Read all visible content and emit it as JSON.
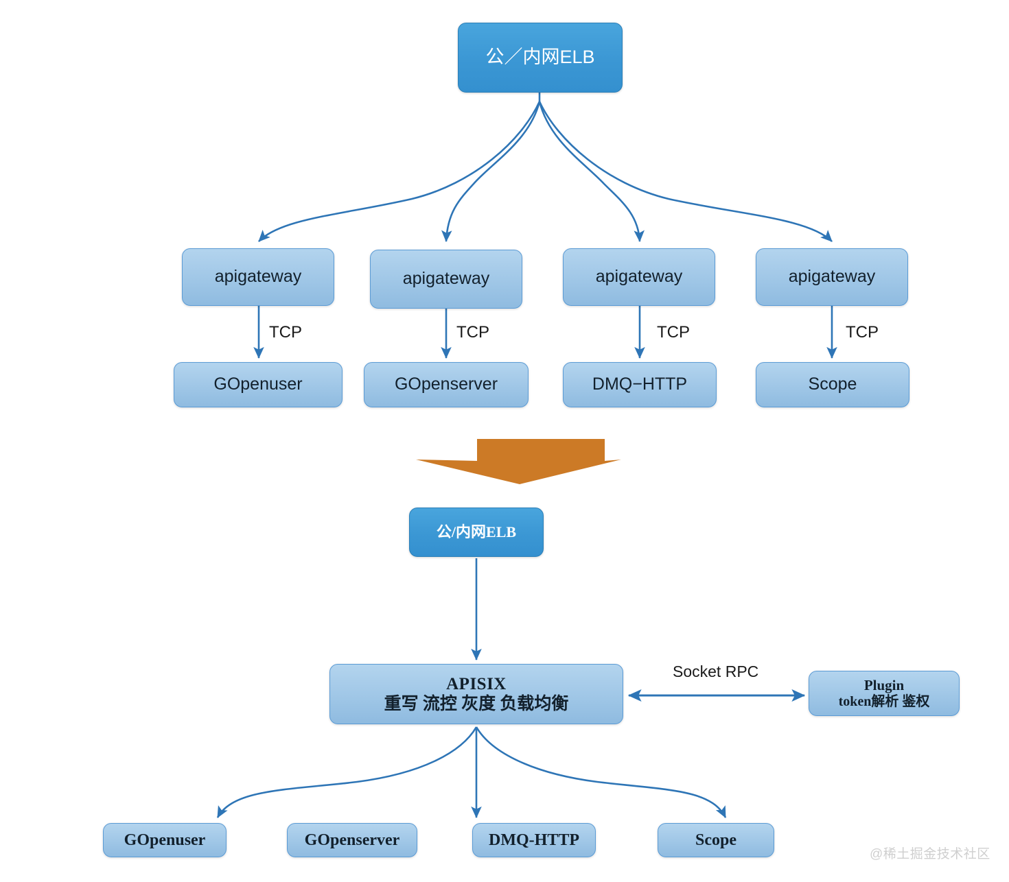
{
  "diagram": {
    "title_top_section": "",
    "colors": {
      "elb_fill": "#3b97d4",
      "elb_border": "#2b7fb8",
      "service_fill": "#a3c9e8",
      "service_border": "#5b9bd5",
      "arrow_blue": "#2e75b6",
      "orange_arrow": "#cc7a26",
      "watermark": "#cfcfcf"
    },
    "top_section": {
      "elb": {
        "label": "公／内网ELB"
      },
      "gateways": [
        {
          "label": "apigateway"
        },
        {
          "label": "apigateway"
        },
        {
          "label": "apigateway"
        },
        {
          "label": "apigateway"
        }
      ],
      "link_labels": [
        "TCP",
        "TCP",
        "TCP",
        "TCP"
      ],
      "services": [
        {
          "label": "GOpenuser"
        },
        {
          "label": "GOpenserver"
        },
        {
          "label": "DMQ−HTTP"
        },
        {
          "label": "Scope"
        }
      ]
    },
    "transition": {
      "icon": "down-arrow-icon"
    },
    "bottom_section": {
      "elb": {
        "label": "公/内网ELB"
      },
      "apisix": {
        "line1": "APISIX",
        "line2": "重写 流控 灰度 负载均衡"
      },
      "plugin": {
        "line1": "Plugin",
        "line2": "token解析 鉴权"
      },
      "plugin_link_label": "Socket RPC",
      "services": [
        {
          "label": "GOpenuser"
        },
        {
          "label": "GOpenserver"
        },
        {
          "label": "DMQ-HTTP"
        },
        {
          "label": "Scope"
        }
      ]
    },
    "watermark": {
      "text": "@稀土掘金技术社区"
    }
  }
}
